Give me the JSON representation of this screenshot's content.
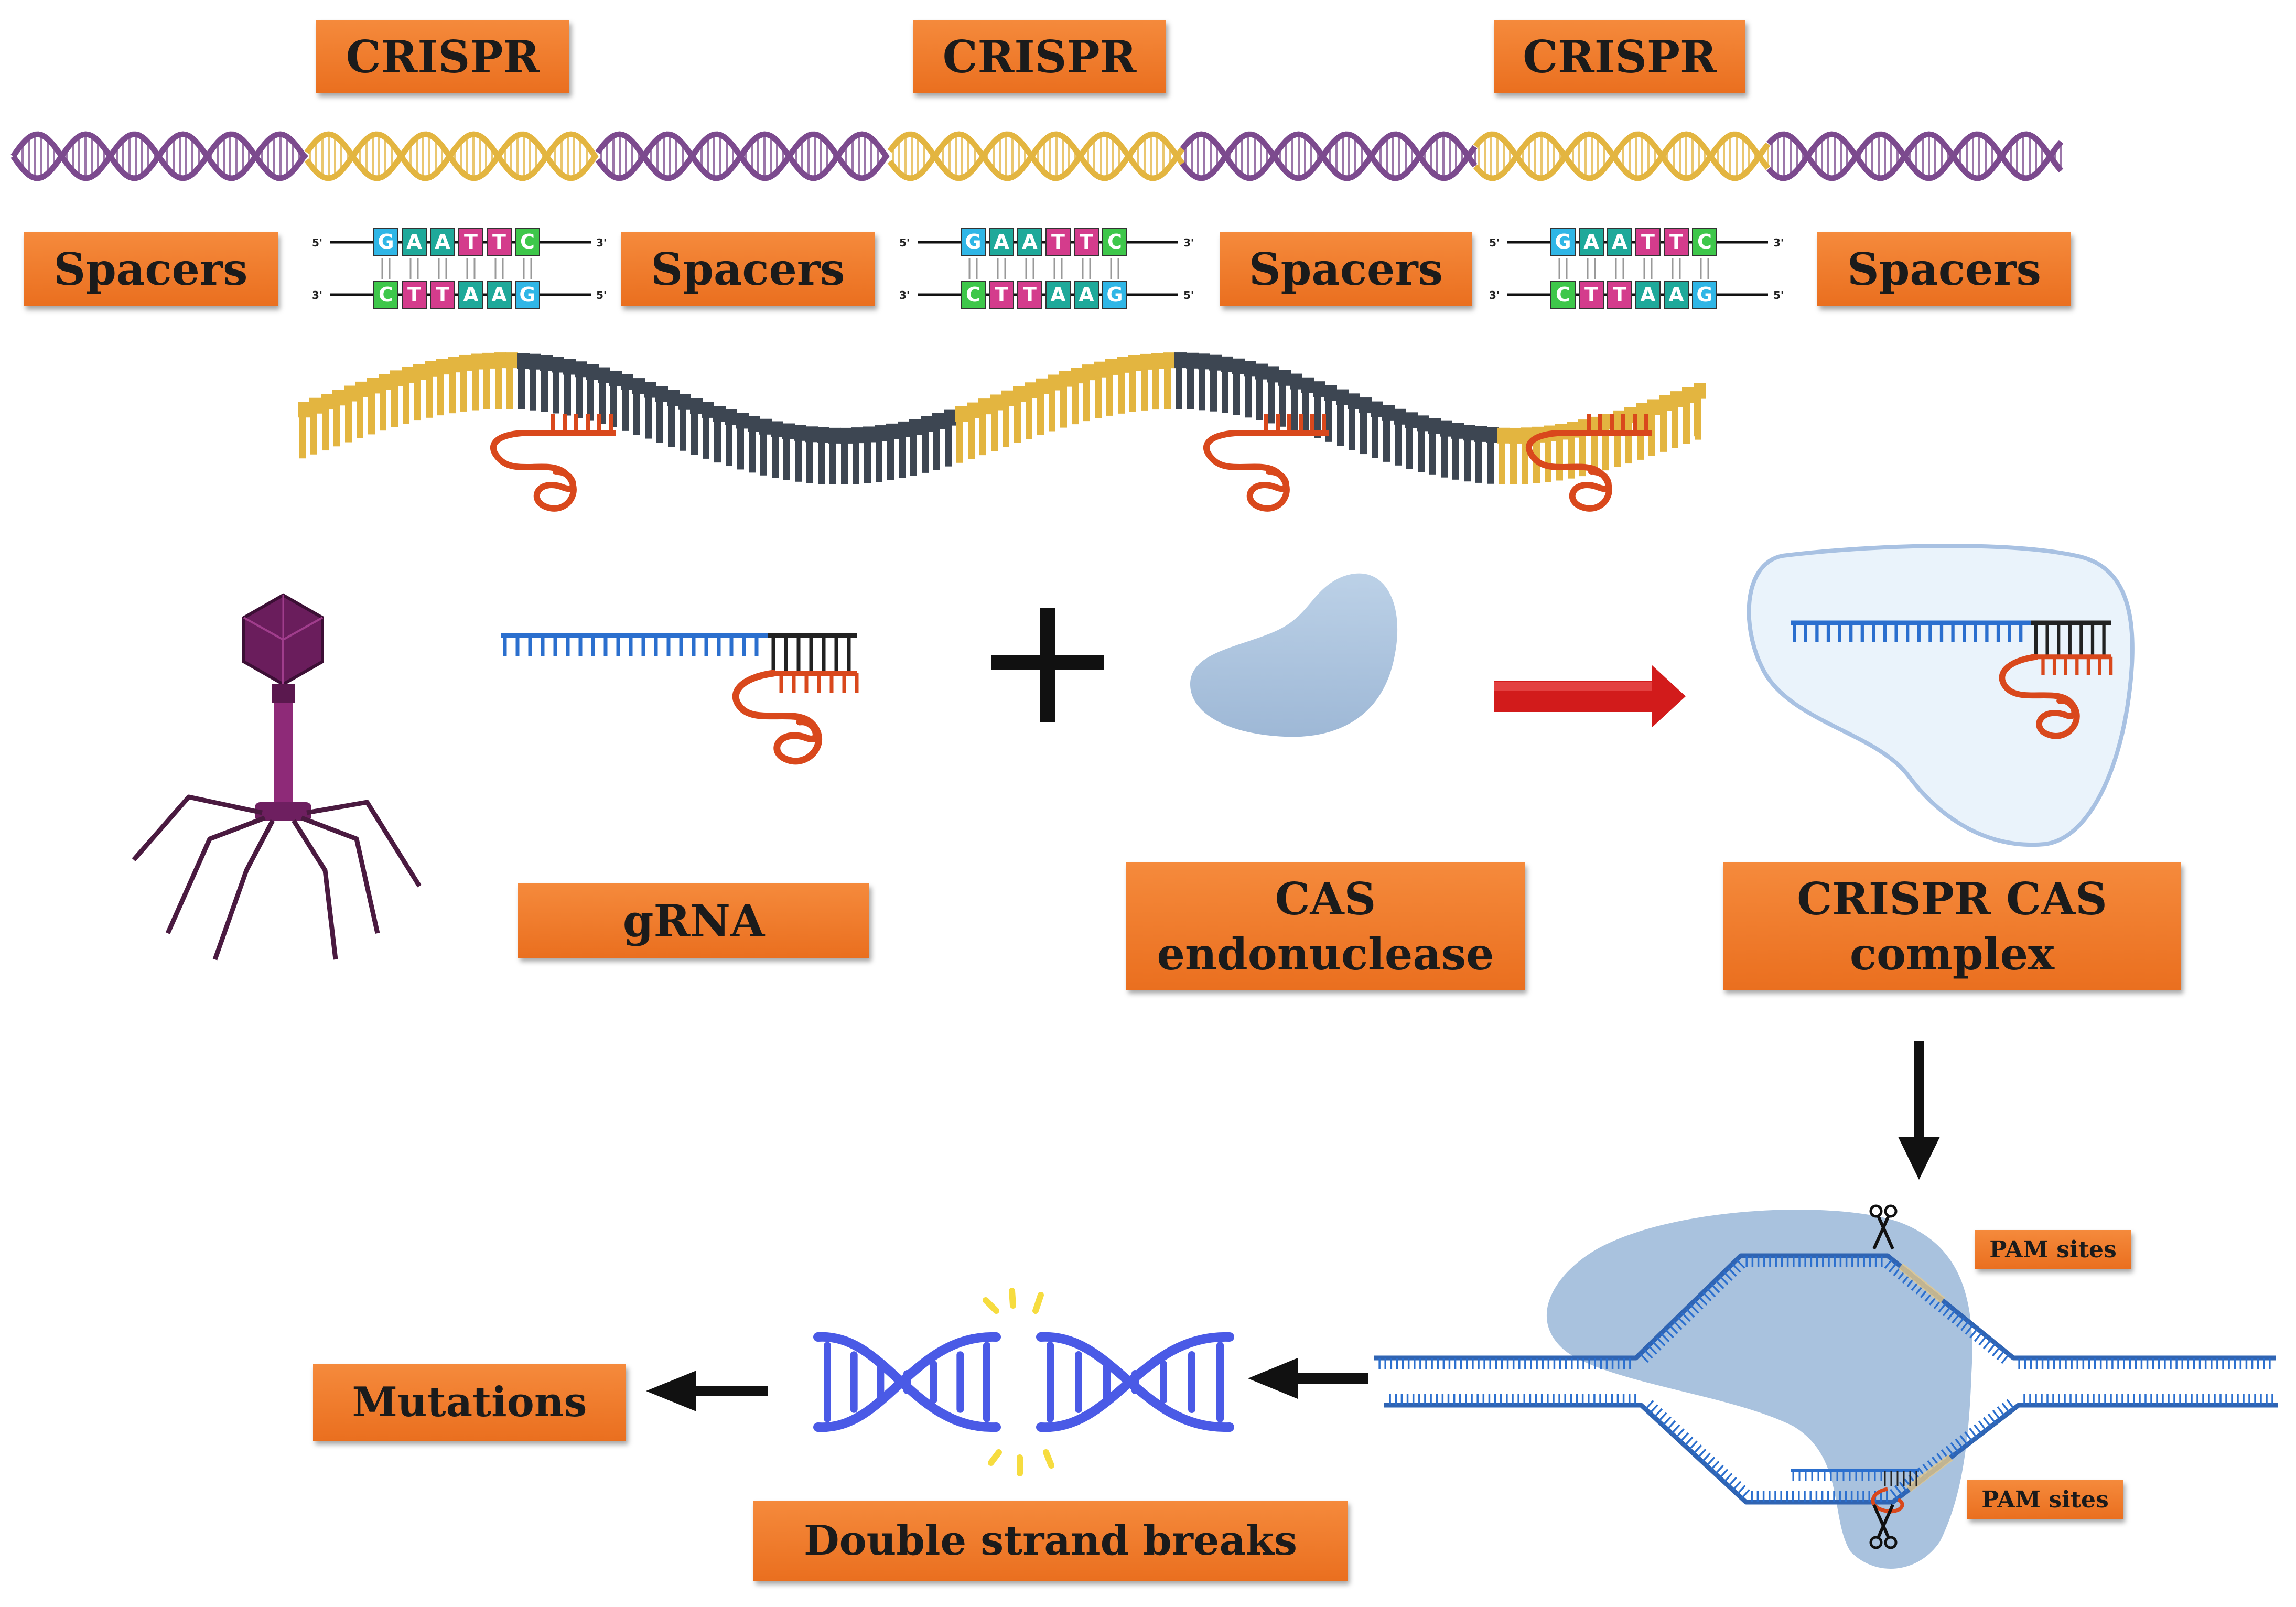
{
  "colors": {
    "label_fill": "#ee7a2b",
    "dna_purple": "#7c4a8e",
    "dna_gold": "#e3b540",
    "dna_dark": "#3d4652",
    "rna_red": "#d9481c",
    "grna_blue": "#2b6fce",
    "cas_blue": "#a9c2de",
    "complex_fill": "#eaf3fb",
    "arrow_red": "#d21b1b",
    "break_blue": "#4a5ae6",
    "spark_yellow": "#f6dc3f",
    "phage_magenta": "#8e2a78"
  },
  "labels": {
    "crispr": [
      "CRISPR",
      "CRISPR",
      "CRISPR"
    ],
    "spacers": [
      "Spacers",
      "Spacers",
      "Spacers",
      "Spacers"
    ],
    "grna": "gRNA",
    "cas": "CAS\nendonuclease",
    "complex": "CRISPR CAS\ncomplex",
    "pam_top": "PAM sites",
    "pam_bottom": "PAM sites",
    "dsb": "Double strand breaks",
    "mutations": "Mutations"
  },
  "sequence": {
    "top": [
      "G",
      "A",
      "A",
      "T",
      "T",
      "C"
    ],
    "bottom": [
      "C",
      "T",
      "T",
      "A",
      "A",
      "G"
    ],
    "end5": "5'",
    "end3": "3'",
    "base_colors": {
      "G": "#2fb6e6",
      "A": "#1fa99a",
      "T": "#d43c8c",
      "C": "#3ec74a"
    }
  },
  "icons": {
    "phage": "bacteriophage-icon",
    "plus": "plus-icon",
    "arrow_right": "arrow-right-icon",
    "arrow_down": "arrow-down-icon",
    "arrow_left": "arrow-left-icon",
    "scissors": "scissors-icon"
  }
}
